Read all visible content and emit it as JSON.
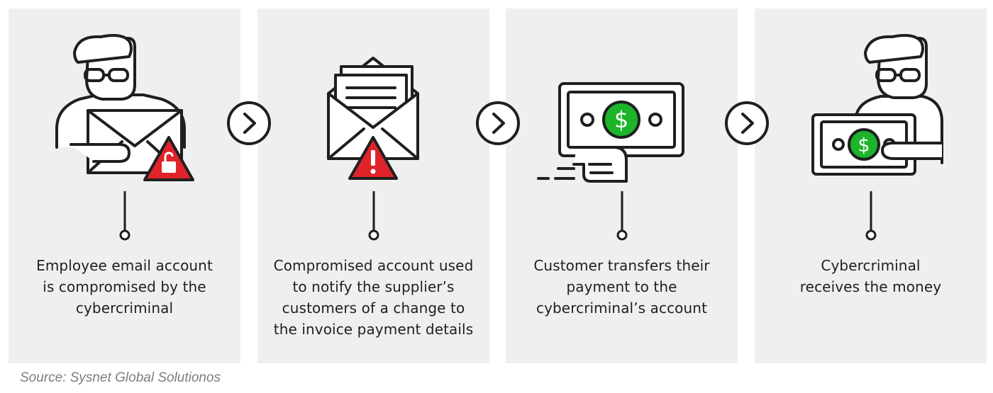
{
  "colors": {
    "panel_bg": "#efefef",
    "stroke": "#1f1f1f",
    "alert_red": "#e0232a",
    "money_green": "#1cb52a",
    "source_text": "#7d7d7d"
  },
  "steps": [
    {
      "icon": "hacker-email-lock-icon",
      "lines": [
        "Employee email account",
        "is compromised by the",
        "cybercriminal"
      ]
    },
    {
      "icon": "envelope-warning-icon",
      "lines": [
        "Compromised account used",
        "to notify the supplier’s",
        "customers of a change to",
        "the invoice payment details"
      ]
    },
    {
      "icon": "money-transfer-icon",
      "lines": [
        "Customer transfers their",
        "payment to the",
        "cybercriminal’s account"
      ]
    },
    {
      "icon": "hacker-money-icon",
      "lines": [
        "Cybercriminal",
        "receives the money"
      ]
    }
  ],
  "arrow_icon": "chevron-right-circle-icon",
  "source": "Source: Sysnet Global Solutionos"
}
